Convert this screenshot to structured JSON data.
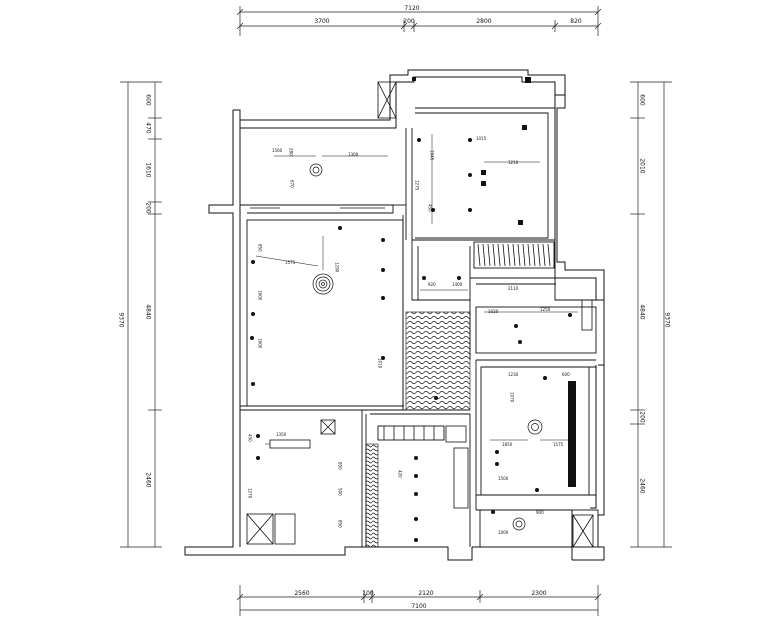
{
  "top_dims": {
    "total": "7120",
    "segments": [
      "3700",
      "200",
      "2800",
      "820"
    ]
  },
  "bottom_dims": {
    "total": "7100",
    "segments": [
      "2560",
      "100",
      "2120",
      "2300"
    ]
  },
  "left_dims": {
    "total": "9370",
    "segments": [
      "600",
      "470",
      "1610",
      "200",
      "4840",
      "2460"
    ]
  },
  "right_dims": {
    "total": "9370",
    "segments": [
      "600",
      "2010",
      "4840",
      "200",
      "2460"
    ]
  },
  "room_labels": {
    "living_w": "1575",
    "living_h": "1290",
    "lv_a": "850",
    "lv_b": "1600",
    "lv_c": "1600",
    "lv_d": "1010",
    "balc_a": "1560",
    "balc_b": "1300",
    "balc_c": "280",
    "balc_d": "670",
    "bed1_a": "1045",
    "bed1_b": "1275",
    "bed1_c": "1210",
    "bed1_d": "1015",
    "bed1_e": "450",
    "mid_a": "920",
    "mid_b": "1400",
    "mid_c": "1250",
    "mid_d": "2110",
    "mid_e": "1020",
    "bed2_a": "1230",
    "bed2_b": "1070",
    "bed2_c": "1575",
    "bed2_d": "1850",
    "bed2_e": "1500",
    "bed2_f": "600",
    "din_a": "450",
    "din_b": "1270",
    "din_c": "1350",
    "kit_a": "850",
    "kit_b": "500",
    "kit_c": "850",
    "kit_d": "420",
    "br_a": "900",
    "br_b": "1000"
  }
}
